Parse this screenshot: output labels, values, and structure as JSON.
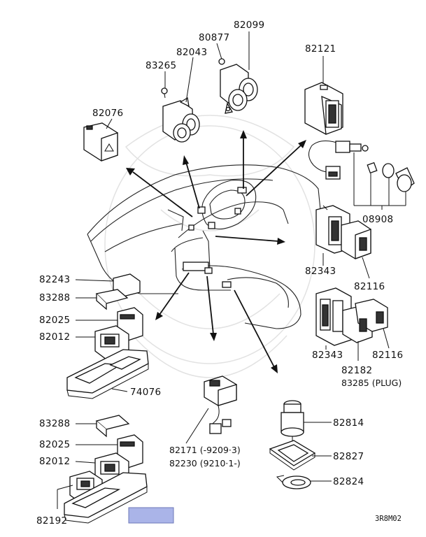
{
  "diagram": {
    "drawing_code": "3R8M02",
    "highlight_color": "#aab4e8",
    "labels": [
      {
        "id": "p82099",
        "text": "82099"
      },
      {
        "id": "p80877",
        "text": "80877"
      },
      {
        "id": "p82043",
        "text": "82043"
      },
      {
        "id": "p83265",
        "text": "83265"
      },
      {
        "id": "p82076",
        "text": "82076"
      },
      {
        "id": "p82121",
        "text": "82121"
      },
      {
        "id": "p08908",
        "text": "08908"
      },
      {
        "id": "p82343a",
        "text": "82343"
      },
      {
        "id": "p82116a",
        "text": "82116"
      },
      {
        "id": "p82343b",
        "text": "82343"
      },
      {
        "id": "p82116b",
        "text": "82116"
      },
      {
        "id": "p82182",
        "text": "82182"
      },
      {
        "id": "p83285",
        "text": "83285 (PLUG)"
      },
      {
        "id": "p82243",
        "text": "82243"
      },
      {
        "id": "p83288a",
        "text": "83288"
      },
      {
        "id": "p82025a",
        "text": "82025"
      },
      {
        "id": "p82012a",
        "text": "82012"
      },
      {
        "id": "p74076",
        "text": "74076"
      },
      {
        "id": "p82171",
        "text": "82171 (-9209·3)"
      },
      {
        "id": "p82230",
        "text": "82230 (9210·1-)"
      },
      {
        "id": "p82814",
        "text": "82814"
      },
      {
        "id": "p82827",
        "text": "82827"
      },
      {
        "id": "p82824",
        "text": "82824"
      },
      {
        "id": "p83288b",
        "text": "83288"
      },
      {
        "id": "p82025b",
        "text": "82025"
      },
      {
        "id": "p82012b",
        "text": "82012"
      },
      {
        "id": "p82192",
        "text": "82192"
      }
    ]
  }
}
